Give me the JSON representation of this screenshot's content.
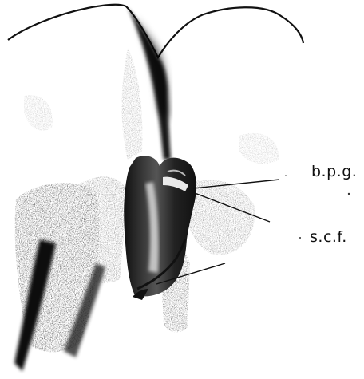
{
  "figure": {
    "subject": "anatomical-illustration",
    "ink_color": "#111111",
    "background": "#ffffff"
  },
  "labels": {
    "bpg": "b.p.g.",
    "scf": "s.c.f."
  }
}
